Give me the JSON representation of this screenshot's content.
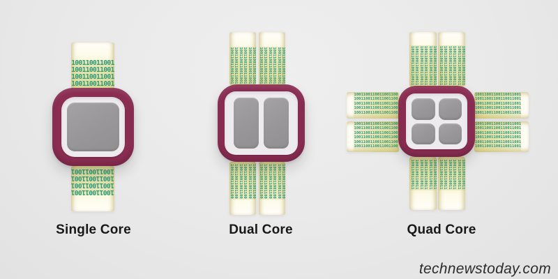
{
  "binary": {
    "pattern": "100110011001"
  },
  "groups": [
    {
      "id": "single",
      "label": "Single Core",
      "core_count": 1
    },
    {
      "id": "dual",
      "label": "Dual Core",
      "core_count": 2
    },
    {
      "id": "quad",
      "label": "Quad Core",
      "core_count": 4
    }
  ],
  "watermark": {
    "text": "technewstoday.com"
  },
  "colors": {
    "chip_body": "#8c2d53",
    "chip_substrate": "#edebee",
    "core_gray": "#989698",
    "ribbon_yellow": "#e9e3a4",
    "binary_text": "#2a9b7c",
    "background": "#e9e9e9",
    "label_text": "#181818"
  }
}
